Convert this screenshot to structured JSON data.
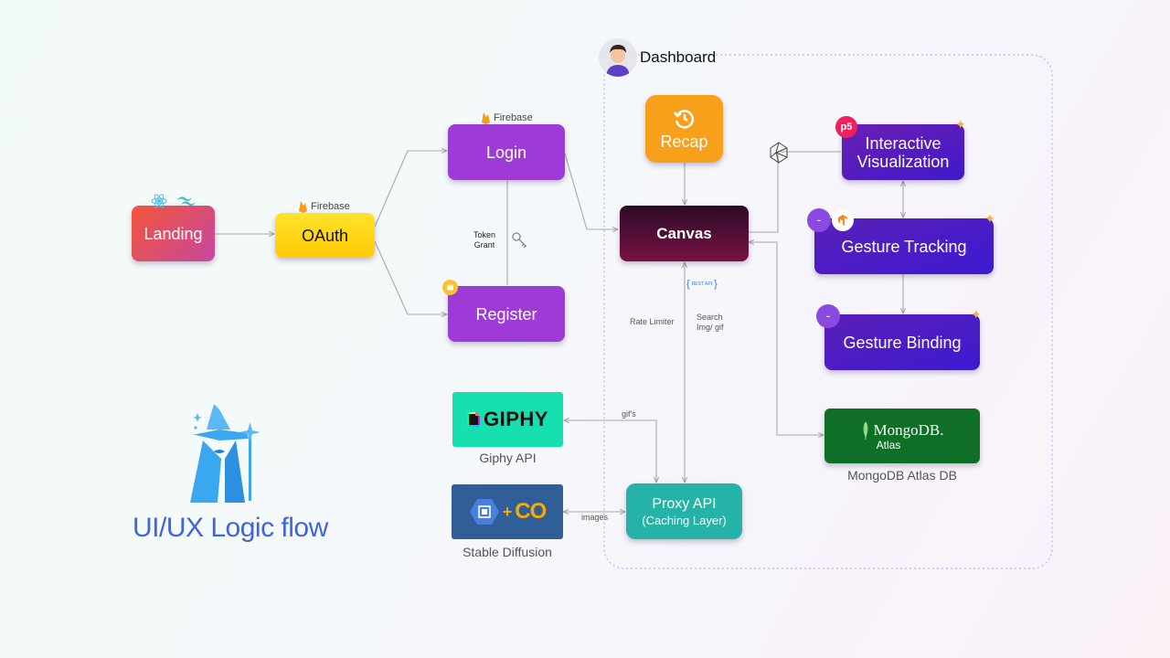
{
  "title": "UI/UX Logic flow",
  "dashboard": {
    "label": "Dashboard"
  },
  "nodes": {
    "landing": "Landing",
    "oauth": "OAuth",
    "login": "Login",
    "register": "Register",
    "recap": "Recap",
    "canvas": "Canvas",
    "interactive_line1": "Interactive",
    "interactive_line2": "Visualization",
    "gesture_tracking": "Gesture Tracking",
    "gesture_binding": "Gesture Binding",
    "proxy_line1": "Proxy API",
    "proxy_line2": "(Caching Layer)",
    "giphy_logo": "GIPHY",
    "mongo_logo": "MongoDB.",
    "mongo_sub": "Atlas"
  },
  "captions": {
    "giphy": "Giphy API",
    "stable_diffusion": "Stable Diffusion",
    "mongodb": "MongoDB Atlas DB"
  },
  "tags": {
    "firebase": "Firebase",
    "rest_api": "REST API",
    "p5": "p5",
    "colab": "CO"
  },
  "edge_labels": {
    "token_grant_1": "Token",
    "token_grant_2": "Grant",
    "rate_limiter": "Rate Limiter",
    "search_1": "Search",
    "search_2": "Img/ gif",
    "gifs": "gif's",
    "images": "images"
  },
  "colors": {
    "landing": [
      "#f0523f",
      "#c8479a"
    ],
    "oauth": [
      "#ffdf18",
      "#ffc60a"
    ],
    "purple": "#9e3ad6",
    "recap": "#f9a01b",
    "canvas": [
      "#2a0b2a",
      "#7a1042"
    ],
    "indigo": [
      "#6a1fb0",
      "#3d1ad0"
    ],
    "teal": "#24b3a6",
    "giphy": "#17e0b0",
    "mongo": "#0f6f26",
    "colab_bg": "#2f5f96",
    "title": "#3f65d8",
    "wizard": "#3aa8f0"
  }
}
